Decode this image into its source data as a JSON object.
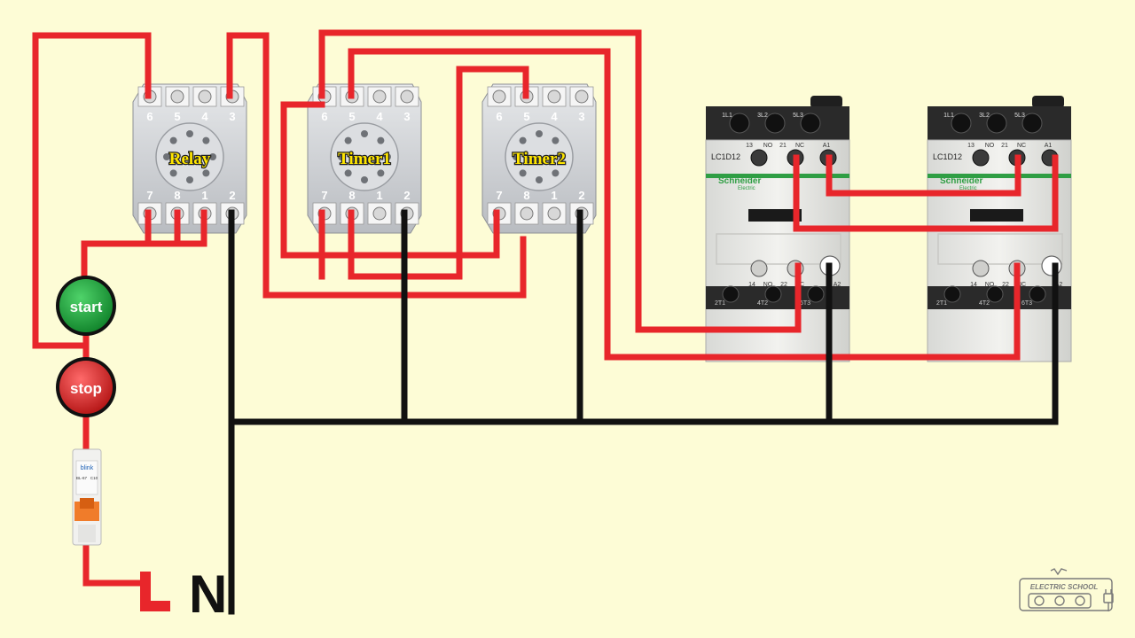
{
  "colors": {
    "background": "#fdfcd6",
    "live_wire": "#e8262b",
    "neutral_wire": "#111111",
    "socket_body": "#c9ccd1",
    "label_text": "#ffe600",
    "start_button": "#1fa33a",
    "stop_button": "#d92b2b",
    "contactor_stripe": "#2f9e44"
  },
  "bases": [
    {
      "label": "Relay",
      "top_pins": [
        "6",
        "5",
        "4",
        "3"
      ],
      "bottom_pins": [
        "7",
        "8",
        "1",
        "2"
      ]
    },
    {
      "label": "Timer1",
      "top_pins": [
        "6",
        "5",
        "4",
        "3"
      ],
      "bottom_pins": [
        "7",
        "8",
        "1",
        "2"
      ]
    },
    {
      "label": "Timer2",
      "top_pins": [
        "6",
        "5",
        "4",
        "3"
      ],
      "bottom_pins": [
        "7",
        "8",
        "1",
        "2"
      ]
    }
  ],
  "contactors": [
    {
      "model": "LC1D12",
      "brand": "Schneider",
      "brand_sub": "Electric",
      "top_terms": [
        "1L1",
        "3L2",
        "5L3"
      ],
      "aux_top": [
        "13",
        "NO",
        "21",
        "NC",
        "A1"
      ],
      "aux_bottom": [
        "14",
        "NO",
        "22",
        "NC",
        "A2"
      ],
      "bottom_terms": [
        "2T1",
        "4T2",
        "6T3"
      ]
    },
    {
      "model": "LC1D12",
      "brand": "Schneider",
      "brand_sub": "Electric",
      "top_terms": [
        "1L1",
        "3L2",
        "5L3"
      ],
      "aux_top": [
        "13",
        "NO",
        "21",
        "NC",
        "A1"
      ],
      "aux_bottom": [
        "14",
        "NO",
        "22",
        "NC",
        "A2"
      ],
      "bottom_terms": [
        "2T1",
        "4T2",
        "6T3"
      ]
    }
  ],
  "buttons": {
    "start": "start",
    "stop": "stop"
  },
  "breaker": {
    "brand": "blink",
    "model": "BL-67",
    "rating": "C10"
  },
  "supply": {
    "live": "L",
    "neutral": "N"
  },
  "logo": {
    "text": "ELECTRIC SCHOOL"
  },
  "icons": [
    "plug-icon",
    "socket-icon"
  ]
}
